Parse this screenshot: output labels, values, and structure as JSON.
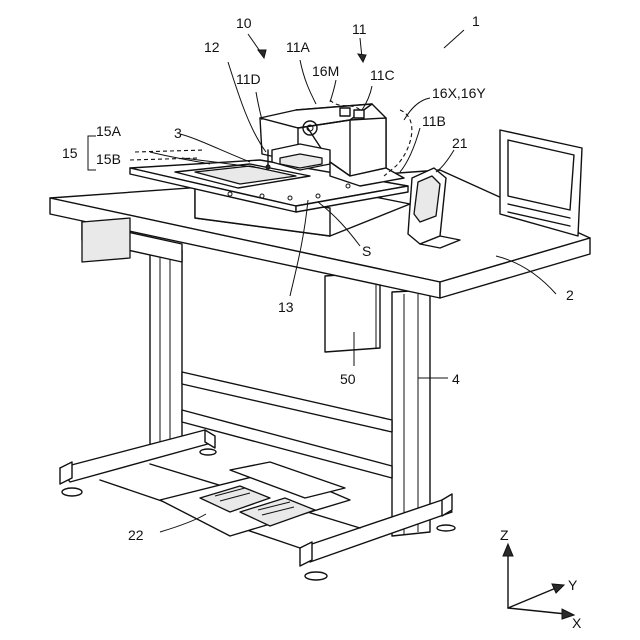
{
  "labels": {
    "system": "1",
    "sewing_machine": "10",
    "machine_body": "11",
    "arm_part": "11A",
    "bed_part": "11B",
    "column_part": "11C",
    "head_part": "11D",
    "needle": "12",
    "throat_plate": "13",
    "holding_unit": "15",
    "upper_holder": "15A",
    "lower_holder": "15B",
    "motor": "16M",
    "drive_xy": "16X,16Y",
    "workpiece": "3",
    "operation_panel": "21",
    "pedal_unit": "22",
    "table": "2",
    "stand": "4",
    "controller": "50",
    "sew_area": "S"
  },
  "axes": {
    "z": "Z",
    "y": "Y",
    "x": "X"
  }
}
